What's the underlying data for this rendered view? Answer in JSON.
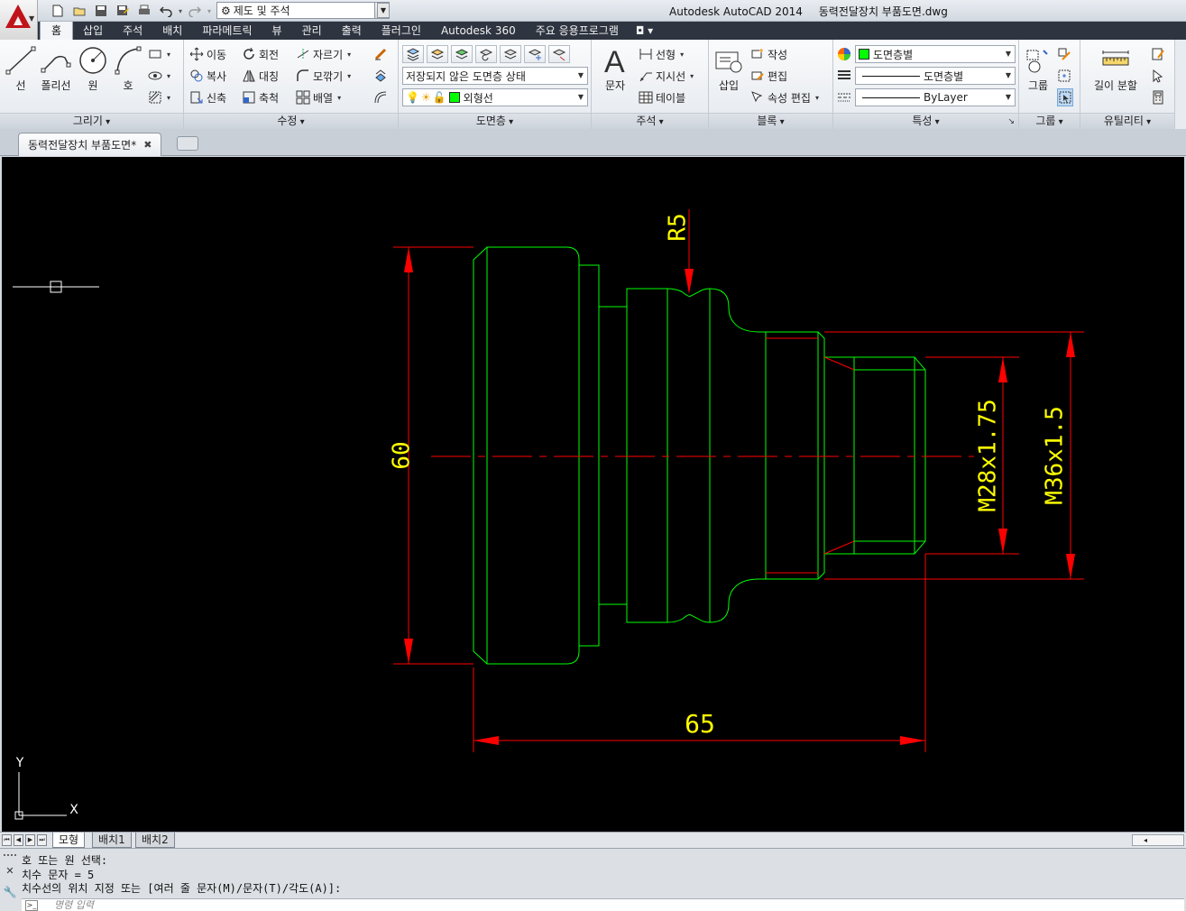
{
  "title": {
    "app_name": "Autodesk AutoCAD 2014",
    "file_name": "동력전달장치 부품도면.dwg"
  },
  "quick_access": {
    "workspace": "제도 및 주석",
    "icons": [
      "new-icon",
      "open-icon",
      "save-icon",
      "save-as-icon",
      "plot-icon",
      "undo-icon",
      "redo-icon"
    ]
  },
  "ribbon_tabs": [
    "홈",
    "삽입",
    "주석",
    "배치",
    "파라메트릭",
    "뷰",
    "관리",
    "출력",
    "플러그인",
    "Autodesk 360",
    "주요 응용프로그램"
  ],
  "panels": {
    "draw": {
      "title": "그리기",
      "line": "선",
      "polyline": "폴리선",
      "circle": "원",
      "arc": "호"
    },
    "modify": {
      "title": "수정",
      "move": "이동",
      "rotate": "회전",
      "trim": "자르기",
      "copy": "복사",
      "mirror": "대칭",
      "fillet": "모깎기",
      "stretch": "신축",
      "scale": "축척",
      "array": "배열"
    },
    "layers": {
      "title": "도면층",
      "state": "저장되지 않은 도면층 상태",
      "current_layer": "외형선"
    },
    "annotation": {
      "title": "주석",
      "text": "문자",
      "linear": "선형",
      "leader": "지시선",
      "table": "테이블"
    },
    "block": {
      "title": "블록",
      "insert": "삽입",
      "create": "작성",
      "edit": "편집",
      "attr_edit": "속성 편집"
    },
    "properties": {
      "title": "특성",
      "color": "도면층별",
      "linetype": "도면층별",
      "lineweight": "ByLayer"
    },
    "groups": {
      "title": "그룹",
      "group": "그룹"
    },
    "utilities": {
      "title": "유틸리티",
      "measure": "길이 분할"
    }
  },
  "document_tab": "동력전달장치 부품도면*",
  "drawing": {
    "dim_overall_height": "60",
    "dim_overall_length": "65",
    "dim_radius": "R5",
    "thread_small": "M28x1.75",
    "thread_large": "M36x1.5",
    "ucs_x": "X",
    "ucs_y": "Y"
  },
  "layout_tabs": [
    "모형",
    "배치1",
    "배치2"
  ],
  "command_history": [
    "호 또는 원 선택:",
    "치수 문자 = 5",
    "치수선의 위치 지정 또는 [여러 줄 문자(M)/문자(T)/각도(A)]:"
  ],
  "command_placeholder": "명령 입력",
  "colors": {
    "accent_red": "#c0141b",
    "layer_color": "#00ff00",
    "outline": "#00ff00",
    "centerline": "#ff0000",
    "dimension_text": "#ffff00"
  }
}
